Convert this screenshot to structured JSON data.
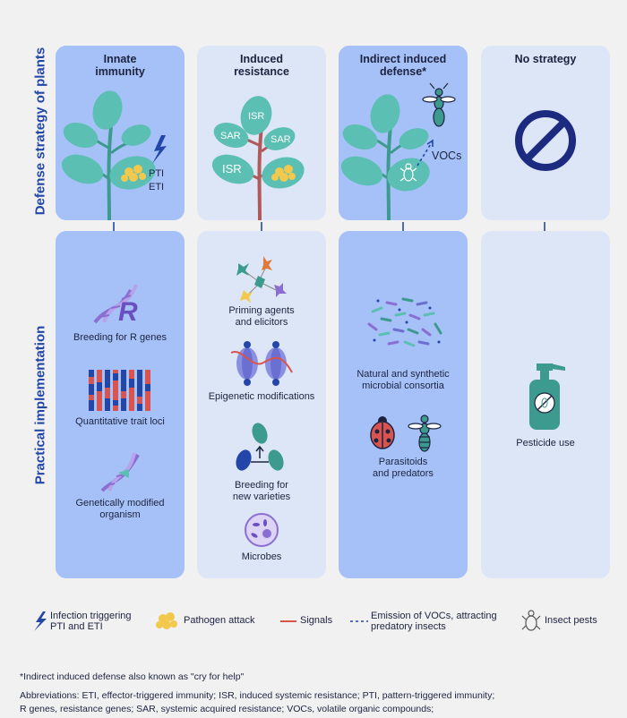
{
  "side_labels": {
    "top": "Defense strategy of plants",
    "bottom": "Practical implementation"
  },
  "columns": [
    {
      "title_line1": "Innate",
      "title_line2": "immunity",
      "plant_labels": [
        "PTI",
        "ETI"
      ],
      "items": [
        {
          "text_line1": "Breeding for R genes",
          "text_line2": ""
        },
        {
          "text_line1": "Quantitative trait loci",
          "text_line2": ""
        },
        {
          "text_line1": "Genetically modified",
          "text_line2": "organism"
        }
      ],
      "r_letter": "R"
    },
    {
      "title_line1": "Induced",
      "title_line2": "resistance",
      "plant_labels": [
        "ISR",
        "SAR",
        "SAR",
        "ISR"
      ],
      "items": [
        {
          "text_line1": "Priming agents",
          "text_line2": "and elicitors"
        },
        {
          "text_line1": "Epigenetic modifications",
          "text_line2": ""
        },
        {
          "text_line1": "Breeding for",
          "text_line2": "new varieties"
        },
        {
          "text_line1": "Microbes",
          "text_line2": ""
        }
      ]
    },
    {
      "title_line1": "Indirect induced",
      "title_line2": "defense*",
      "plant_labels": [
        "VOCs"
      ],
      "items": [
        {
          "text_line1": "Natural and synthetic",
          "text_line2": "microbial consortia"
        },
        {
          "text_line1": "Parasitoids",
          "text_line2": "and predators"
        }
      ]
    },
    {
      "title_line1": "No strategy",
      "title_line2": "",
      "items": [
        {
          "text_line1": "Pesticide use",
          "text_line2": ""
        }
      ]
    }
  ],
  "legend": [
    {
      "icon": "lightning-icon",
      "line1": "Infection triggering",
      "line2": "PTI and ETI"
    },
    {
      "icon": "pathogen-icon",
      "line1": "Pathogen attack",
      "line2": ""
    },
    {
      "icon": "signal-line-icon",
      "line1": "Signals",
      "line2": ""
    },
    {
      "icon": "dashed-line-icon",
      "line1": "Emission of VOCs, attracting",
      "line2": "predatory insects"
    },
    {
      "icon": "insect-pest-icon",
      "line1": "Insect pests",
      "line2": ""
    }
  ],
  "footnotes": {
    "note": "*Indirect induced defense also known as \"cry for help\"",
    "abbr_line1": "Abbreviations: ETI, effector-triggered immunity; ISR, induced systemic resistance; PTI, pattern-triggered immunity;",
    "abbr_line2": "R genes, resistance genes; SAR, systemic acquired resistance; VOCs, volatile organic compounds;"
  },
  "colors": {
    "background": "#f1f1f1",
    "column_dark": "#a6c1f7",
    "column_light": "#dde6f6",
    "leaf": "#5bbfb3",
    "stem": "#3d9a8f",
    "accent_blue": "#2346a8",
    "signal_red": "#d9534f",
    "pathogen_yellow": "#f2c94c",
    "purple": "#8a6fd1"
  }
}
